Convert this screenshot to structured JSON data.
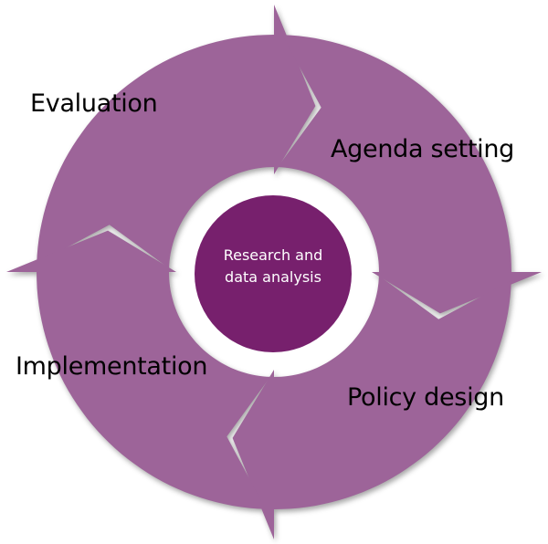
{
  "center": {
    "line1": "Research and",
    "line2": "data analysis"
  },
  "stages": [
    {
      "label": "Evaluation"
    },
    {
      "label": "Agenda setting"
    },
    {
      "label": "Policy design"
    },
    {
      "label": "Implementation"
    }
  ],
  "colors": {
    "segment": "#9d6499",
    "center": "#77206d",
    "text": "#000000",
    "center_text": "#ffffff"
  }
}
